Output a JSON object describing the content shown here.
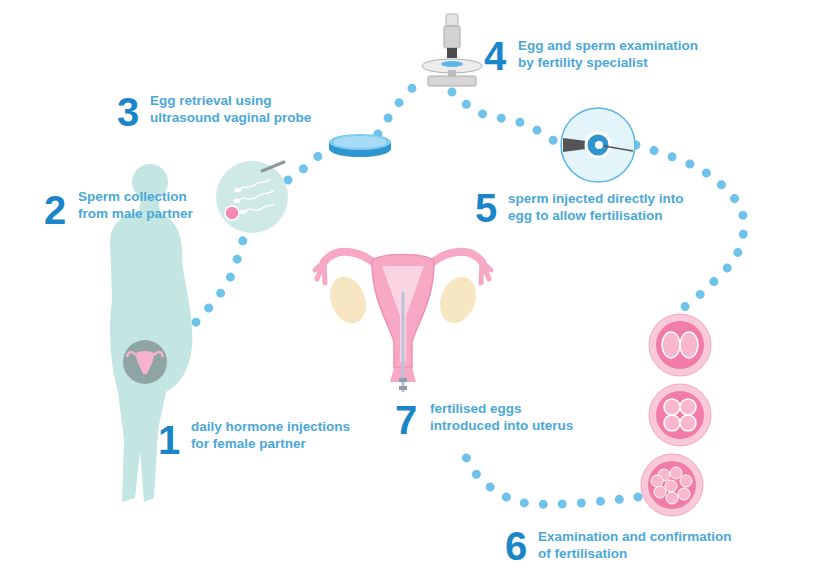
{
  "diagram": {
    "nodes": [
      {
        "text": [
          "1",
          "daily hormone injections for female partner"
        ]
      },
      {
        "text": [
          "2",
          "Sperm collection from male partner"
        ]
      },
      {
        "text": [
          "3",
          "Egg retrieval using ultrasound vaginal probe"
        ]
      },
      {
        "text": [
          "4",
          "Egg and sperm examination by fertility specialist"
        ]
      },
      {
        "text": [
          "5",
          "sperm injected directly into egg to allow fertilisation"
        ]
      },
      {
        "text": [
          "6",
          "Examination and confirmation of fertilisation"
        ]
      },
      {
        "text": [
          "7",
          "fertilised eggs introduced into uterus"
        ]
      }
    ],
    "edges": [
      {
        "from": 0,
        "to": 1,
        "arrow": "none"
      },
      {
        "from": 1,
        "to": 2,
        "arrow": "none"
      },
      {
        "from": 2,
        "to": 3,
        "arrow": "none"
      },
      {
        "from": 3,
        "to": 4,
        "arrow": "none"
      },
      {
        "from": 4,
        "to": 5,
        "arrow": "none"
      },
      {
        "from": 5,
        "to": 6,
        "arrow": "none"
      }
    ]
  }
}
